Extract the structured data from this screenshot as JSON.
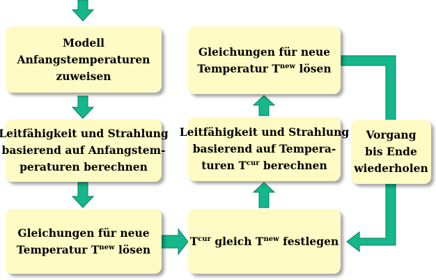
{
  "boxes": {
    "model": {
      "lines": [
        "Modell",
        "Anfangstemperaturen",
        "zuweisen"
      ]
    },
    "cond_initial": {
      "lines": [
        "Leitfähigkeit und Strahlung",
        "basierend auf Anfangstem-",
        "peraturen berechnen"
      ]
    },
    "solve_left": {
      "line1": "Gleichungen für neue",
      "l2_pre": "Temperatur T",
      "l2_sup": "new",
      "l2_post": " lösen"
    },
    "solve_right": {
      "line1": "Gleichungen für neue",
      "l2_pre": "Temperatur T",
      "l2_sup": "new",
      "l2_post": " lösen"
    },
    "cond_cur": {
      "line1": "Leitfähigkeit und Strahlung",
      "line2": "basierend auf Tempera-",
      "l3_pre": "turen T",
      "l3_sup": "cur",
      "l3_post": " berechnen"
    },
    "set_cur": {
      "pre": "T",
      "sup1": "cur",
      "mid": " gleich T",
      "sup2": "new",
      "post": " festlegen"
    },
    "repeat": {
      "lines": [
        "Vorgang",
        "bis Ende",
        "wiederholen"
      ]
    }
  },
  "colors": {
    "box_fill": "#fefcc4",
    "arrow": "#14b88a",
    "arrow_edge": "#0a7a5a"
  }
}
